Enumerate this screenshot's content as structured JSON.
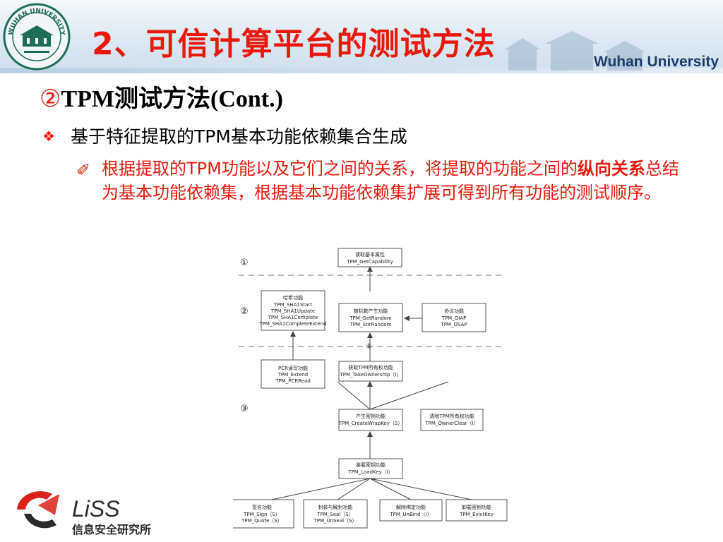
{
  "header": {
    "title": "2、可信计算平台的测试方法",
    "university": "Wuhan University",
    "logo_text": "WUHAN UNIVERSITY"
  },
  "heading": {
    "marker": "②",
    "text": "TPM测试方法(Cont.)"
  },
  "bullet1": {
    "icon": "diamond-bullet-icon",
    "text": "基于特征提取的TPM基本功能依赖集合生成"
  },
  "bullet2": {
    "icon": "pencil-icon",
    "text_before": "根据提取的TPM功能以及它们之间的关系，将提取的功能之间的",
    "highlight": "纵向关系",
    "text_after": "总结为基本功能依赖集，根据基本功能依赖集扩展可得到所有功能的测试顺序。"
  },
  "diagram": {
    "levels": [
      "①",
      "②",
      "③"
    ],
    "separator_mark": "⑥",
    "boxes": {
      "read_basic": {
        "title": "读取基本属性",
        "lines": [
          "TPM_GetCapability"
        ]
      },
      "hash": {
        "title": "哈希功能",
        "lines": [
          "TPM_SHA1Start",
          "TPM_SHA1Update",
          "TPM_SHA1Complete",
          "TPM_SHA1CompleteExtend"
        ]
      },
      "random": {
        "title": "随机数产生功能",
        "lines": [
          "TPM_GetRandom",
          "TPM_StirRandom"
        ]
      },
      "protocol": {
        "title": "协议功能",
        "lines": [
          "TPM_OIAP",
          "TPM_OSAP"
        ]
      },
      "pcr": {
        "title": "PCR读写功能",
        "lines": [
          "TPM_Extend",
          "TPM_PCRRead"
        ]
      },
      "take_owner": {
        "title": "获取TPM所有权功能",
        "lines": [
          "TPM_TakeOwnership（I）"
        ]
      },
      "create_key": {
        "title": "产生密钥功能",
        "lines": [
          "TPM_CreateWrapKey（S）"
        ]
      },
      "clear_owner": {
        "title": "清除TPM所有权功能",
        "lines": [
          "TPM_OwnerClear（I）"
        ]
      },
      "load_key": {
        "title": "装载密钥功能",
        "lines": [
          "TPM_LoadKey（I）"
        ]
      },
      "sign": {
        "title": "签名功能",
        "lines": [
          "TPM_Sign（S）",
          "TPM_Quote（S）"
        ]
      },
      "seal": {
        "title": "封装与解封功能",
        "lines": [
          "TPM_Seal（S）",
          "TPM_UnSeal（S）"
        ]
      },
      "unbind": {
        "title": "解除绑定功能",
        "lines": [
          "TPM_UnBind（I）"
        ]
      },
      "evict": {
        "title": "卸载密钥功能",
        "lines": [
          "TPM_EvictKey"
        ]
      }
    }
  },
  "footer": {
    "brand": "LiSS",
    "subtitle": "信息安全研究所"
  },
  "colors": {
    "accent_red": "#e8190c",
    "header_blue": "#1d3c6b",
    "diagram_gray": "#666666"
  }
}
